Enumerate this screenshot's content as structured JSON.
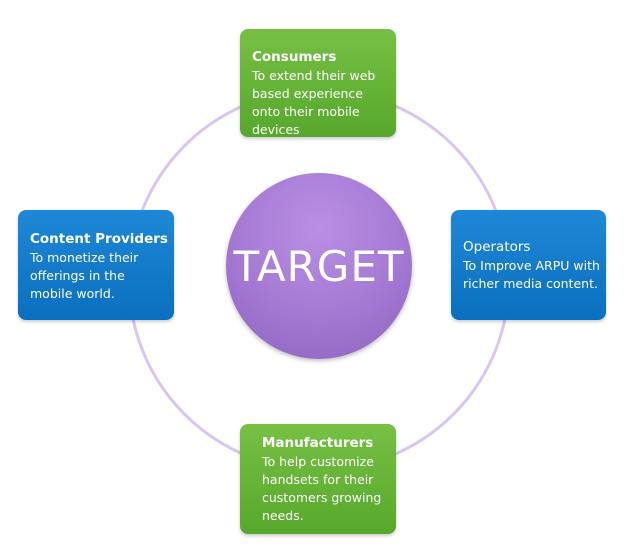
{
  "diagram": {
    "center": {
      "label": "TARGET"
    },
    "nodes": [
      {
        "id": "consumers",
        "title": "Consumers",
        "description": "To extend their web based experience onto their mobile devices",
        "color": "#62b136"
      },
      {
        "id": "content-providers",
        "title": "Content Providers",
        "description": "To monetize their offerings in the mobile world.",
        "color": "#0e77c8"
      },
      {
        "id": "operators",
        "title": "Operators",
        "description": "To Improve ARPU with richer media content.",
        "color": "#0e77c8"
      },
      {
        "id": "manufacturers",
        "title": "Manufacturers",
        "description": "To help customize handsets for their customers growing needs.",
        "color": "#62b136"
      }
    ],
    "ring_color": "#d9c5f3",
    "center_color": "#a77dd6"
  }
}
